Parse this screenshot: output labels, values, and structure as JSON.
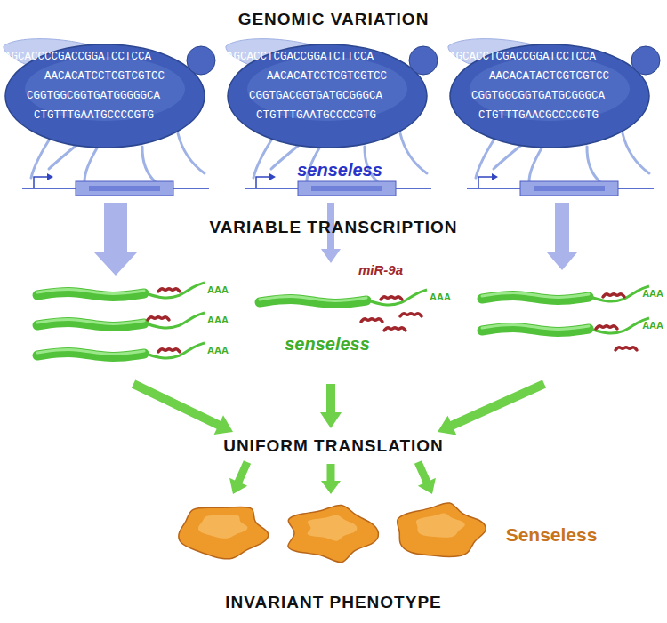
{
  "diagram": {
    "title": "GENOMIC VARIATION",
    "labels": [
      "AGCACCCCGACCGGATCCTCCA",
      "AACACATCCTCGTCGTCC",
      "CGGTGGCGGTGATGGGGGCA",
      "CTGTTTGAATGCCCCGTG",
      "AGCACCTCGACCGGATCTTCCA",
      "AACACATCCTCGTCGTCC",
      "CGGTGACGGTGATGCGGGCA",
      "CTGTTTGAATGCCCCGTG",
      "AGCACCTCGACCGGATCCTCCA",
      "AACACATACTCGTCGTCC",
      "CGGTGGCGGTGATGCGGGCA",
      "CTGTTTGAACGCCCCGTG",
      "senseless",
      "VARIABLE TRANSCRIPTION",
      "miR-9a",
      "senseless",
      "AAA",
      "AAA",
      "AAA",
      "AAA",
      "AAA",
      "AAA",
      "UNIFORM TRANSLATION",
      "Senseless",
      "INVARIANT PHENOTYPE"
    ]
  }
}
